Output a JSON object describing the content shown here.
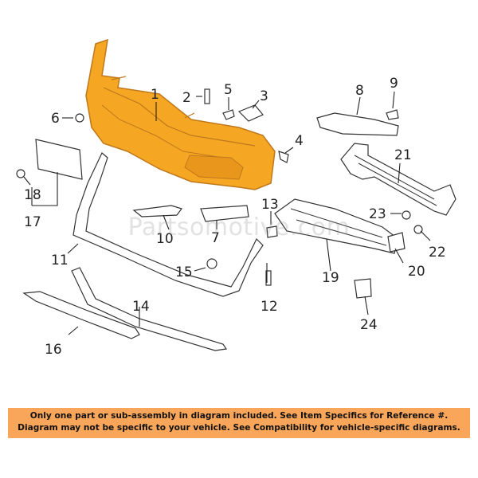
{
  "diagram": {
    "colors": {
      "highlight": "#f5a623",
      "highlight_stroke": "#c0781c",
      "notice_bg": "#f9a65a",
      "line": "#222222"
    },
    "callouts": {
      "c1": "1",
      "c2": "2",
      "c3": "3",
      "c4": "4",
      "c5": "5",
      "c6": "6",
      "c7": "7",
      "c8": "8",
      "c9": "9",
      "c10": "10",
      "c11": "11",
      "c12": "12",
      "c13": "13",
      "c14": "14",
      "c15": "15",
      "c16": "16",
      "c17": "17",
      "c18": "18",
      "c19": "19",
      "c20": "20",
      "c21": "21",
      "c22": "22",
      "c23": "23",
      "c24": "24"
    },
    "watermark": "Partsomotive.com"
  },
  "notice": {
    "line1": "Only one part or sub-assembly in diagram included. See Item Specifics for Reference #.",
    "line2": "Diagram may not be specific to your vehicle. See Compatibility for vehicle-specific diagrams."
  }
}
